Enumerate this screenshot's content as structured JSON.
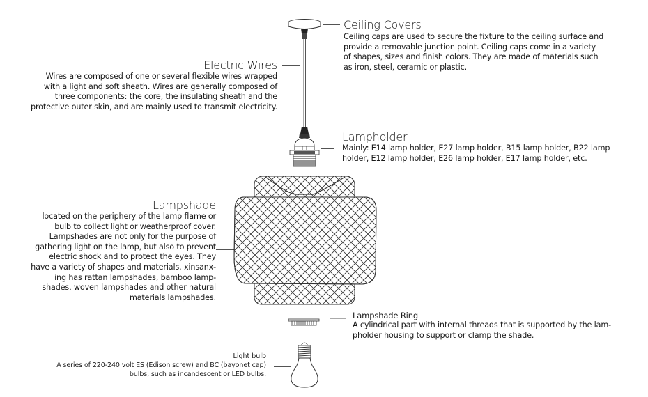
{
  "diagram": {
    "type": "exploded-view",
    "subject": "Pendant lamp components"
  },
  "components": {
    "ceiling_covers": {
      "title": "Ceiling Covers",
      "lines": [
        "Ceiling caps are used to secure the fixture to the ceiling surface and",
        "provide a removable junction point. Ceiling caps come in a variety",
        "of shapes, sizes and finish colors. They are made of materials such",
        "as iron, steel, ceramic or plastic."
      ]
    },
    "electric_wires": {
      "title": "Electric Wires",
      "lines": [
        "Wires are composed of one or several flexible wires wrapped",
        "with a light and soft sheath. Wires are generally composed of",
        "three components: the core, the insulating sheath and the",
        "protective outer skin, and are mainly used to transmit electricity."
      ]
    },
    "lampholder": {
      "title": "Lampholder",
      "lines": [
        "Mainly: E14 lamp holder, E27 lamp holder, B15 lamp holder, B22 lamp",
        "holder, E12 lamp holder, E26 lamp holder, E17 lamp holder, etc."
      ]
    },
    "lampshade": {
      "title": "Lampshade",
      "lines": [
        "located on the periphery of the lamp flame or",
        "bulb to collect light or weatherproof cover.",
        "Lampshades are not only for the purpose of",
        "gathering light on the lamp, but also to prevent",
        "electric shock and to protect the eyes. They",
        "have a variety of shapes and materials. xinsanx-",
        "ing has rattan lampshades, bamboo lamp-",
        "shades, woven lampshades and other natural",
        "materials lampshades."
      ]
    },
    "lampshade_ring": {
      "title": "Lampshade Ring",
      "lines": [
        "A cylindrical part with internal threads that is supported by the lam-",
        "pholder housing to support or clamp the shade."
      ]
    },
    "light_bulb": {
      "title": "Light bulb",
      "lines": [
        "A series of 220-240 volt ES (Edison screw) and BC (bayonet cap)",
        "bulbs, such as incandescent or LED bulbs."
      ]
    }
  },
  "colors": {
    "line": "#1a1a1a",
    "text": "#1a1a1a",
    "background": "#ffffff"
  }
}
